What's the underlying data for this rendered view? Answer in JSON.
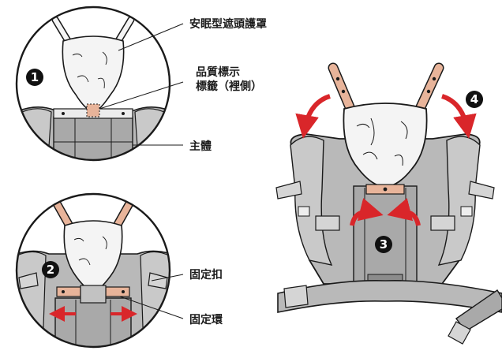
{
  "labels": {
    "hood": "安眠型遮頭護罩",
    "quality_tag_line1": "品質標示",
    "quality_tag_line2": "標籤（裡側）",
    "main_body": "主體",
    "buckle": "固定扣",
    "ring": "固定環"
  },
  "steps": [
    "1",
    "2",
    "3",
    "4"
  ],
  "colors": {
    "outline": "#1a1a1a",
    "carrier_gray": "#b9b9b9",
    "carrier_dark": "#8c8c8c",
    "strap_peach": "#e8b49a",
    "arrow_red": "#d9262a",
    "hood_white": "#f4f4f4",
    "badge_black": "#111111"
  },
  "icons": [
    "hood-icon",
    "quality-tag-icon",
    "buckle-icon",
    "ring-icon",
    "red-arrow-icon",
    "step-badge-icon"
  ]
}
